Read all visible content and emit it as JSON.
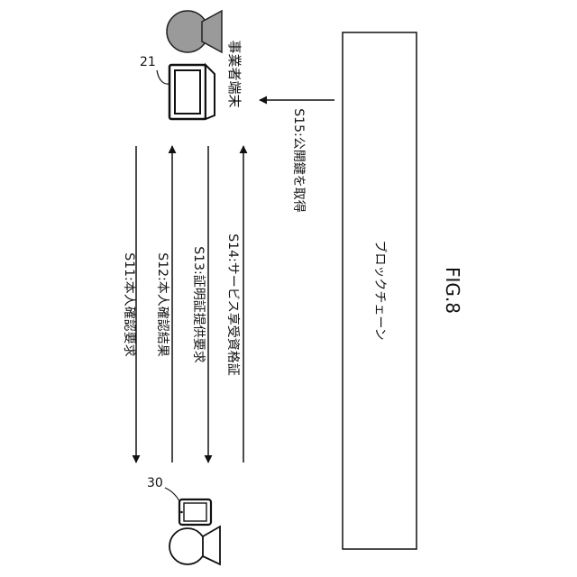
{
  "figure": {
    "label": "FIG.8"
  },
  "nodes": {
    "business_terminal": {
      "label": "事業者端末",
      "ref": "21"
    },
    "user_terminal": {
      "ref": "30"
    },
    "blockchain": {
      "label": "ブロックチェーン"
    }
  },
  "messages": [
    {
      "id": "s11",
      "label": "S11:本人確認要求",
      "direction": "to-user"
    },
    {
      "id": "s12",
      "label": "S12:本人確認結果",
      "direction": "to-business"
    },
    {
      "id": "s13",
      "label": "S13:証明証提供要求",
      "direction": "to-user"
    },
    {
      "id": "s14",
      "label": "S14:サービス享受資格証",
      "direction": "to-business"
    },
    {
      "id": "s15",
      "label": "S15:公開鍵を取得",
      "direction": "to-business"
    }
  ],
  "colors": {
    "line": "#111111",
    "person_fill": "#9a9a9a",
    "person_stroke": "#222222"
  }
}
